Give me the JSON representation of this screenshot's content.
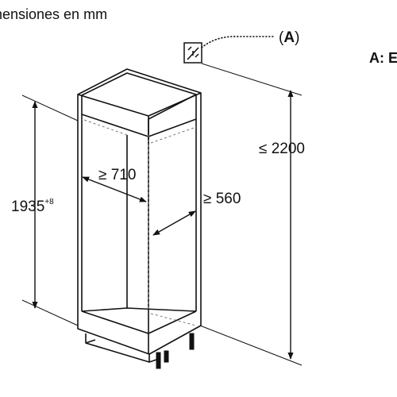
{
  "title": "mensiones en mm",
  "legend_prefix": "A: E",
  "callout": {
    "open": "(",
    "letter": "A",
    "close": ")"
  },
  "dimensions": {
    "height_niche": "1935",
    "height_niche_tolerance": "+8",
    "width_min": "≥ 710",
    "depth_min": "≥ 560",
    "height_max": "≤ 2200"
  },
  "colors": {
    "line": "#111111",
    "dashed": "#777777",
    "background": "#ffffff"
  },
  "icons": [
    "electrical-socket-icon"
  ]
}
